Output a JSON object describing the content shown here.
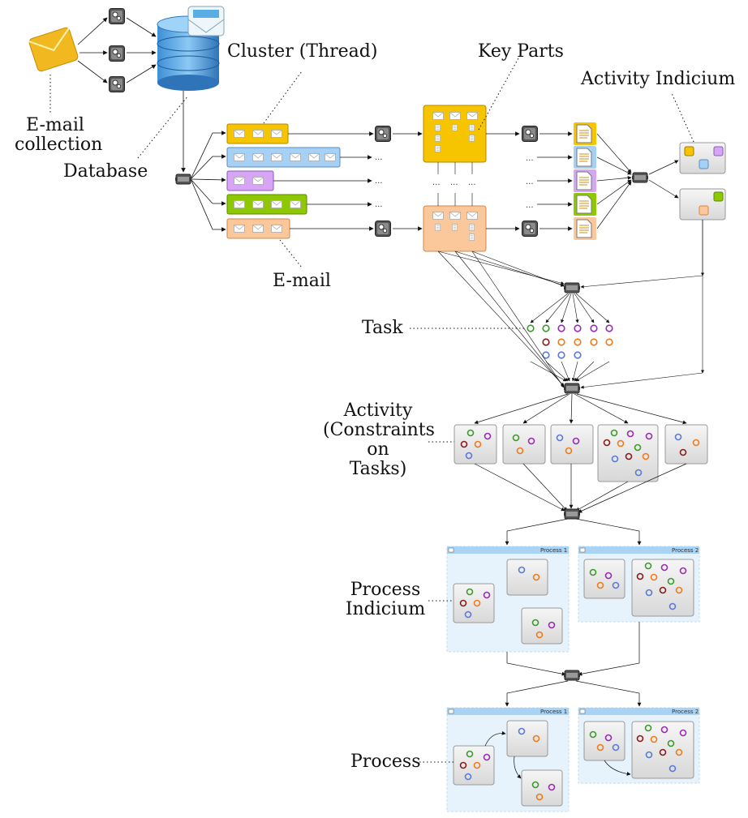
{
  "labels": {
    "email_collection": [
      "E-mail",
      "collection"
    ],
    "database": "Database",
    "cluster": "Cluster (Thread)",
    "key_parts": "Key Parts",
    "activity_indicium": "Activity Indicium",
    "email": "E-mail",
    "task": "Task",
    "activity": [
      "Activity",
      "(Constraints",
      "on",
      "Tasks)"
    ],
    "process_indicium": [
      "Process",
      "Indicium"
    ],
    "process": "Process"
  },
  "process_panels": {
    "p1": "Process 1",
    "p2": "Process 2"
  },
  "ellipsis": "...",
  "colors": {
    "yellow": "#f7c500",
    "blue": "#a7d0f5",
    "purple": "#d6a6f5",
    "green": "#8dc800",
    "orange": "#fbc89b",
    "node_green": "#3a9a2a",
    "node_purple": "#9b2ab3",
    "node_darkred": "#8a1a1a",
    "node_orange": "#f07a1a",
    "node_blue": "#5a7ad8",
    "panel_bg": "#e6f2fc",
    "panel_header": "#a9d3f5"
  },
  "icons": [
    "email-collection-icon",
    "database-icon",
    "gear-icon",
    "merge-icon",
    "document-icon",
    "envelope-icon",
    "task-node-icon"
  ]
}
